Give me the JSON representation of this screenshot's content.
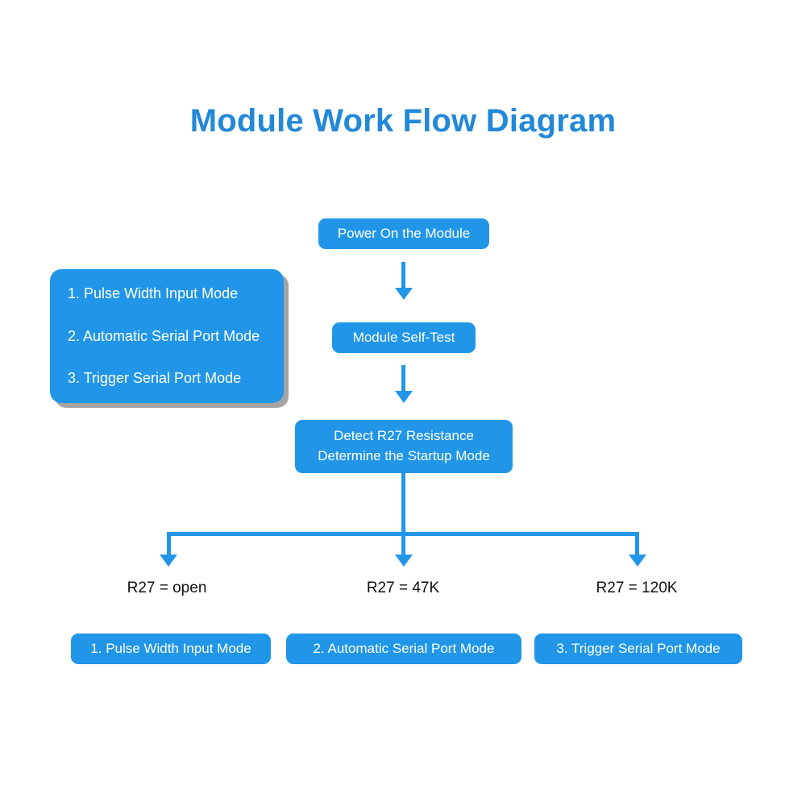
{
  "title": "Module Work Flow Diagram",
  "colors": {
    "accent": "#2196e8",
    "title": "#2288d8",
    "label_text": "#111111",
    "box_text": "#ffffff",
    "background": "#ffffff"
  },
  "modes_panel": {
    "lines": [
      "1. Pulse Width Input Mode",
      "2. Automatic Serial Port Mode",
      "3. Trigger Serial Port Mode"
    ]
  },
  "flow": {
    "step1": "Power On the Module",
    "step2": "Module Self-Test",
    "step3_line1": "Detect R27 Resistance",
    "step3_line2": "Determine the Startup Mode"
  },
  "branches": [
    {
      "condition": "R27 = open",
      "result": "1. Pulse Width Input Mode"
    },
    {
      "condition": "R27 = 47K",
      "result": "2. Automatic Serial Port Mode"
    },
    {
      "condition": "R27 = 120K",
      "result": "3. Trigger Serial Port Mode"
    }
  ]
}
